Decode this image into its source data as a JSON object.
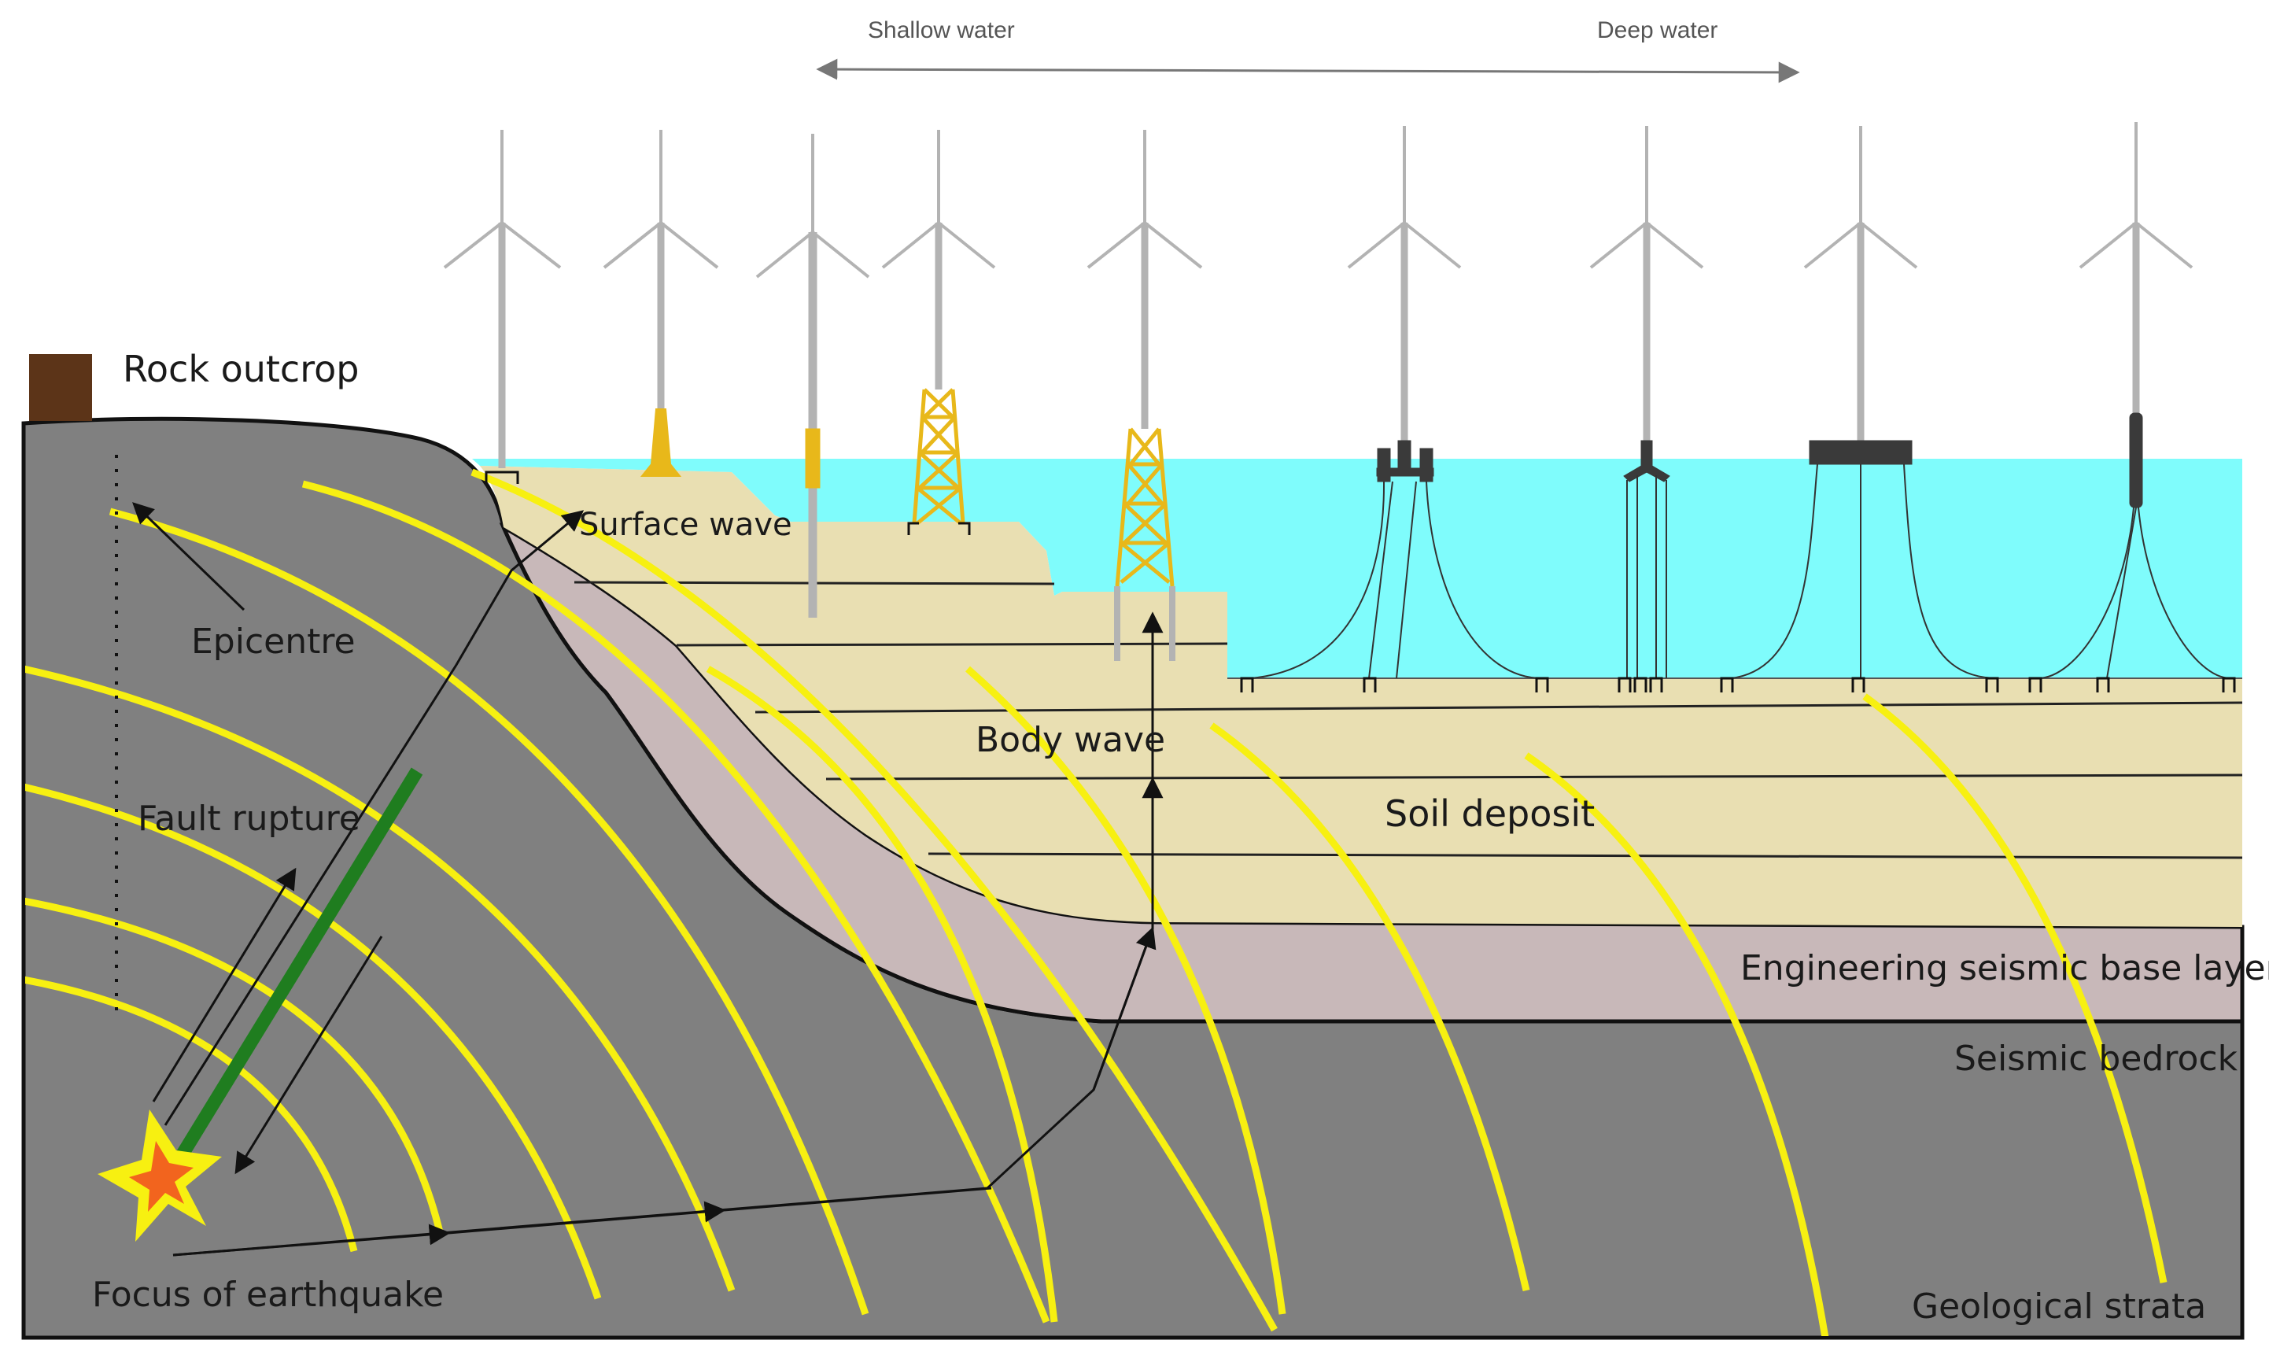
{
  "header": {
    "shallow_label": "Shallow water",
    "deep_label": "Deep water"
  },
  "labels": {
    "rock_outcrop": "Rock outcrop",
    "surface_wave": "Surface wave",
    "epicentre": "Epicentre",
    "fault_rupture": "Fault rupture",
    "focus": "Focus of earthquake",
    "body_wave": "Body wave",
    "soil_deposit": "Soil deposit",
    "engineering_layer": "Engineering seismic base layer",
    "seismic_bedrock": "Seismic bedrock",
    "geological_strata": "Geological strata"
  },
  "foundations": [
    "monopile",
    "suction-bucket",
    "monopile-transition",
    "jacket",
    "jacket-tall",
    "semi-submersible",
    "tension-leg",
    "barge",
    "spar"
  ],
  "colors": {
    "bedrock": "#808080",
    "soil": "#e9dfb2",
    "engineering_layer": "#c8b8b9",
    "sea": "#7ffcfc",
    "wave_front": "#f7f011",
    "fault": "#1f7d1f",
    "turbine": "#b3b3b3",
    "jacket": "#e8b81a",
    "float": "#3a3a3a",
    "rock_outcrop": "#5c3418",
    "star_outer": "#f7f011",
    "star_inner": "#f2641e"
  }
}
